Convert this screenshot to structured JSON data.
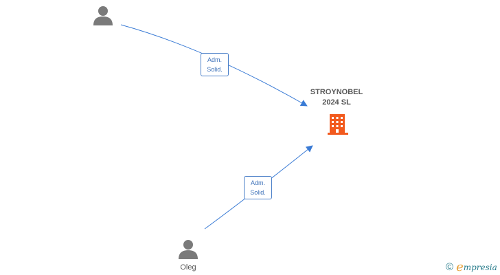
{
  "company": {
    "name_line1": "STROYNOBEL",
    "name_line2": "2024  SL",
    "icon": "building-icon",
    "color": "#f25a1e"
  },
  "people": [
    {
      "icon": "person-icon",
      "label": ""
    },
    {
      "icon": "person-icon",
      "label": "Oleg"
    }
  ],
  "relations": [
    {
      "from": "person-1",
      "to": "company",
      "label_line1": "Adm.",
      "label_line2": "Solid."
    },
    {
      "from": "person-2",
      "to": "company",
      "label_line1": "Adm.",
      "label_line2": "Solid."
    }
  ],
  "colors": {
    "edge": "#3a7bd5",
    "person": "#7a7a7a",
    "text": "#555555"
  },
  "brand": {
    "copyright": "©",
    "initial": "e",
    "rest": "mpresia"
  }
}
